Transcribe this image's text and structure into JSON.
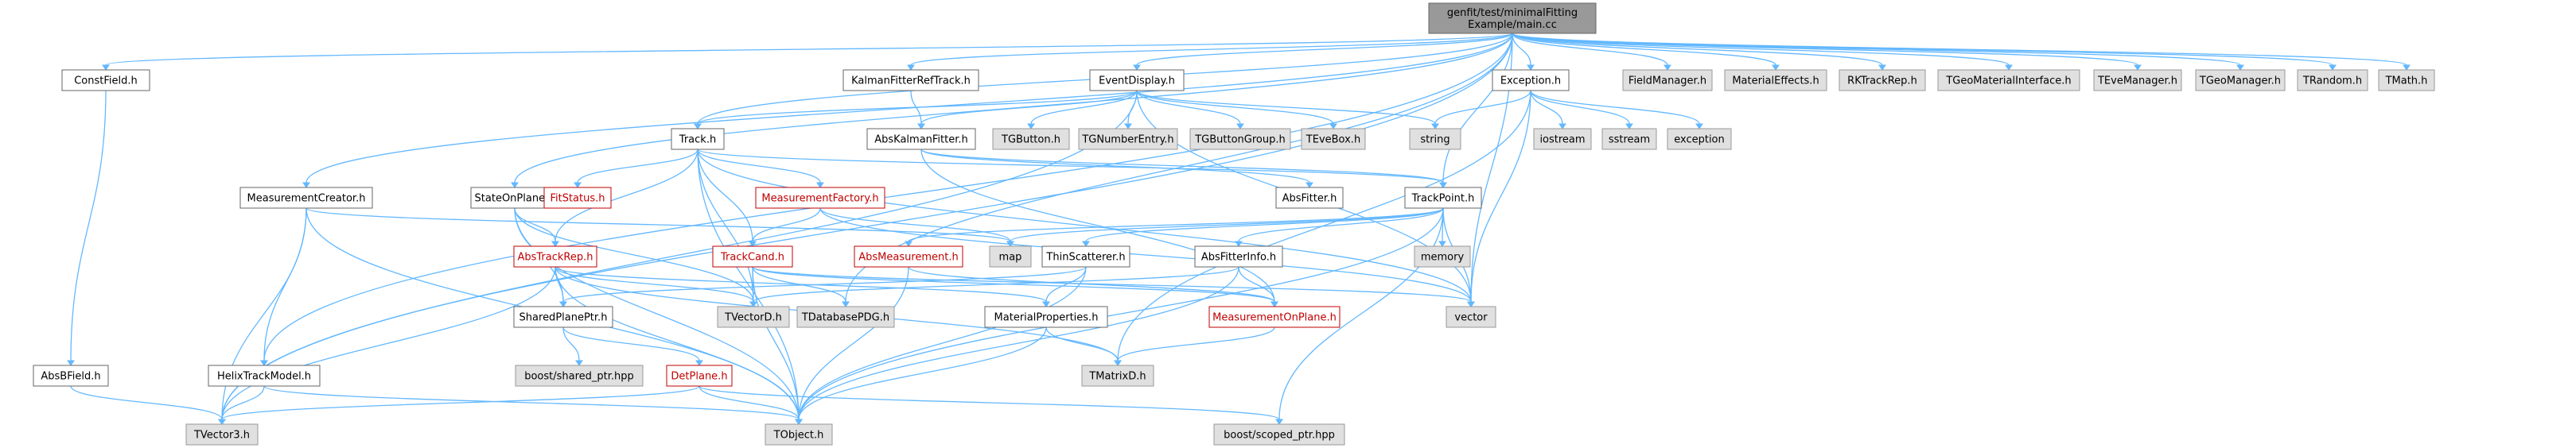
{
  "nodes": [
    {
      "id": "main",
      "lines": [
        "genfit/test/minimalFitting",
        "Example/main.cc"
      ],
      "style": "root"
    },
    {
      "id": "ConstField",
      "lines": [
        "ConstField.h"
      ],
      "style": "white"
    },
    {
      "id": "KalmanFitterRefTrack",
      "lines": [
        "KalmanFitterRefTrack.h"
      ],
      "style": "white"
    },
    {
      "id": "EventDisplay",
      "lines": [
        "EventDisplay.h"
      ],
      "style": "white"
    },
    {
      "id": "Exception",
      "lines": [
        "Exception.h"
      ],
      "style": "white"
    },
    {
      "id": "FieldManager",
      "lines": [
        "FieldManager.h"
      ],
      "style": "gray"
    },
    {
      "id": "MaterialEffects",
      "lines": [
        "MaterialEffects.h"
      ],
      "style": "gray"
    },
    {
      "id": "RKTrackRep",
      "lines": [
        "RKTrackRep.h"
      ],
      "style": "gray"
    },
    {
      "id": "TGeoMaterialInterface",
      "lines": [
        "TGeoMaterialInterface.h"
      ],
      "style": "gray"
    },
    {
      "id": "TEveManager",
      "lines": [
        "TEveManager.h"
      ],
      "style": "gray"
    },
    {
      "id": "TGeoManager",
      "lines": [
        "TGeoManager.h"
      ],
      "style": "gray"
    },
    {
      "id": "TRandom",
      "lines": [
        "TRandom.h"
      ],
      "style": "gray"
    },
    {
      "id": "TMath",
      "lines": [
        "TMath.h"
      ],
      "style": "gray"
    },
    {
      "id": "AbsKalmanFitter",
      "lines": [
        "AbsKalmanFitter.h"
      ],
      "style": "white"
    },
    {
      "id": "TGButton",
      "lines": [
        "TGButton.h"
      ],
      "style": "gray"
    },
    {
      "id": "TGNumberEntry",
      "lines": [
        "TGNumberEntry.h"
      ],
      "style": "gray"
    },
    {
      "id": "TGButtonGroup",
      "lines": [
        "TGButtonGroup.h"
      ],
      "style": "gray"
    },
    {
      "id": "TEveBox",
      "lines": [
        "TEveBox.h"
      ],
      "style": "gray"
    },
    {
      "id": "string",
      "lines": [
        "string"
      ],
      "style": "gray"
    },
    {
      "id": "iostream",
      "lines": [
        "iostream"
      ],
      "style": "gray"
    },
    {
      "id": "sstream",
      "lines": [
        "sstream"
      ],
      "style": "gray"
    },
    {
      "id": "exception",
      "lines": [
        "exception"
      ],
      "style": "gray"
    },
    {
      "id": "Track",
      "lines": [
        "Track.h"
      ],
      "style": "white"
    },
    {
      "id": "StateOnPlane",
      "lines": [
        "StateOnPlane.h"
      ],
      "style": "white"
    },
    {
      "id": "MeasurementCreator",
      "lines": [
        "MeasurementCreator.h"
      ],
      "style": "white"
    },
    {
      "id": "FitStatus",
      "lines": [
        "FitStatus.h"
      ],
      "style": "red"
    },
    {
      "id": "MeasurementFactory",
      "lines": [
        "MeasurementFactory.h"
      ],
      "style": "red"
    },
    {
      "id": "AbsFitter",
      "lines": [
        "AbsFitter.h"
      ],
      "style": "white"
    },
    {
      "id": "TrackPoint",
      "lines": [
        "TrackPoint.h"
      ],
      "style": "white"
    },
    {
      "id": "memory",
      "lines": [
        "memory"
      ],
      "style": "gray"
    },
    {
      "id": "map",
      "lines": [
        "map"
      ],
      "style": "gray"
    },
    {
      "id": "AbsTrackRep",
      "lines": [
        "AbsTrackRep.h"
      ],
      "style": "red"
    },
    {
      "id": "TrackCand",
      "lines": [
        "TrackCand.h"
      ],
      "style": "red"
    },
    {
      "id": "AbsMeasurement",
      "lines": [
        "AbsMeasurement.h"
      ],
      "style": "red"
    },
    {
      "id": "ThinScatterer",
      "lines": [
        "ThinScatterer.h"
      ],
      "style": "white"
    },
    {
      "id": "AbsFitterInfo",
      "lines": [
        "AbsFitterInfo.h"
      ],
      "style": "white"
    },
    {
      "id": "vector",
      "lines": [
        "vector"
      ],
      "style": "gray"
    },
    {
      "id": "SharedPlanePtr",
      "lines": [
        "SharedPlanePtr.h"
      ],
      "style": "white"
    },
    {
      "id": "TVectorD",
      "lines": [
        "TVectorD.h"
      ],
      "style": "gray"
    },
    {
      "id": "TDatabasePDG",
      "lines": [
        "TDatabasePDG.h"
      ],
      "style": "gray"
    },
    {
      "id": "MaterialProperties",
      "lines": [
        "MaterialProperties.h"
      ],
      "style": "white"
    },
    {
      "id": "MeasurementOnPlane",
      "lines": [
        "MeasurementOnPlane.h"
      ],
      "style": "red"
    },
    {
      "id": "AbsBField",
      "lines": [
        "AbsBField.h"
      ],
      "style": "white"
    },
    {
      "id": "HelixTrackModel",
      "lines": [
        "HelixTrackModel.h"
      ],
      "style": "white"
    },
    {
      "id": "boost_shared_ptr",
      "lines": [
        "boost/shared_ptr.hpp"
      ],
      "style": "gray"
    },
    {
      "id": "DetPlane",
      "lines": [
        "DetPlane.h"
      ],
      "style": "red"
    },
    {
      "id": "TMatrixD",
      "lines": [
        "TMatrixD.h"
      ],
      "style": "gray"
    },
    {
      "id": "TVector3",
      "lines": [
        "TVector3.h"
      ],
      "style": "gray"
    },
    {
      "id": "TObject",
      "lines": [
        "TObject.h"
      ],
      "style": "gray"
    },
    {
      "id": "boost_scoped_ptr",
      "lines": [
        "boost/scoped_ptr.hpp"
      ],
      "style": "gray"
    }
  ],
  "edges": [
    [
      "main",
      "ConstField"
    ],
    [
      "main",
      "KalmanFitterRefTrack"
    ],
    [
      "main",
      "EventDisplay"
    ],
    [
      "main",
      "Exception"
    ],
    [
      "main",
      "FieldManager"
    ],
    [
      "main",
      "MaterialEffects"
    ],
    [
      "main",
      "RKTrackRep"
    ],
    [
      "main",
      "TGeoMaterialInterface"
    ],
    [
      "main",
      "TEveManager"
    ],
    [
      "main",
      "TGeoManager"
    ],
    [
      "main",
      "TRandom"
    ],
    [
      "main",
      "TMath"
    ],
    [
      "main",
      "Track"
    ],
    [
      "main",
      "StateOnPlane"
    ],
    [
      "main",
      "MeasurementCreator"
    ],
    [
      "main",
      "TrackPoint"
    ],
    [
      "main",
      "HelixTrackModel"
    ],
    [
      "main",
      "TVector3"
    ],
    [
      "main",
      "TDatabasePDG"
    ],
    [
      "main",
      "vector"
    ],
    [
      "ConstField",
      "AbsBField"
    ],
    [
      "AbsBField",
      "TVector3"
    ],
    [
      "KalmanFitterRefTrack",
      "AbsKalmanFitter"
    ],
    [
      "EventDisplay",
      "AbsKalmanFitter"
    ],
    [
      "EventDisplay",
      "TGButton"
    ],
    [
      "EventDisplay",
      "TGNumberEntry"
    ],
    [
      "EventDisplay",
      "TGButtonGroup"
    ],
    [
      "EventDisplay",
      "TEveBox"
    ],
    [
      "EventDisplay",
      "string"
    ],
    [
      "EventDisplay",
      "vector"
    ],
    [
      "EventDisplay",
      "Track"
    ],
    [
      "EventDisplay",
      "TVector3"
    ],
    [
      "Exception",
      "string"
    ],
    [
      "Exception",
      "iostream"
    ],
    [
      "Exception",
      "sstream"
    ],
    [
      "Exception",
      "exception"
    ],
    [
      "Exception",
      "vector"
    ],
    [
      "Exception",
      "TMatrixD"
    ],
    [
      "AbsKalmanFitter",
      "AbsFitter"
    ],
    [
      "AbsKalmanFitter",
      "MeasurementOnPlane"
    ],
    [
      "AbsKalmanFitter",
      "TrackPoint"
    ],
    [
      "Track",
      "FitStatus"
    ],
    [
      "Track",
      "MeasurementFactory"
    ],
    [
      "Track",
      "AbsTrackRep"
    ],
    [
      "Track",
      "TrackCand"
    ],
    [
      "Track",
      "TrackPoint"
    ],
    [
      "Track",
      "TVectorD"
    ],
    [
      "Track",
      "TObject"
    ],
    [
      "Track",
      "vector"
    ],
    [
      "StateOnPlane",
      "AbsTrackRep"
    ],
    [
      "StateOnPlane",
      "SharedPlanePtr"
    ],
    [
      "StateOnPlane",
      "TVectorD"
    ],
    [
      "StateOnPlane",
      "TObject"
    ],
    [
      "MeasurementCreator",
      "HelixTrackModel"
    ],
    [
      "MeasurementCreator",
      "TVector3"
    ],
    [
      "MeasurementCreator",
      "TObject"
    ],
    [
      "MeasurementCreator",
      "map"
    ],
    [
      "MeasurementFactory",
      "TrackCand"
    ],
    [
      "MeasurementFactory",
      "map"
    ],
    [
      "MeasurementFactory",
      "vector"
    ],
    [
      "TrackPoint",
      "AbsMeasurement"
    ],
    [
      "TrackPoint",
      "ThinScatterer"
    ],
    [
      "TrackPoint",
      "AbsFitterInfo"
    ],
    [
      "TrackPoint",
      "memory"
    ],
    [
      "TrackPoint",
      "map"
    ],
    [
      "TrackPoint",
      "vector"
    ],
    [
      "TrackPoint",
      "TObject"
    ],
    [
      "TrackPoint",
      "boost_scoped_ptr"
    ],
    [
      "AbsTrackRep",
      "SharedPlanePtr"
    ],
    [
      "AbsTrackRep",
      "TVectorD"
    ],
    [
      "AbsTrackRep",
      "MaterialProperties"
    ],
    [
      "AbsTrackRep",
      "TMatrixD"
    ],
    [
      "AbsTrackRep",
      "TVector3"
    ],
    [
      "AbsTrackRep",
      "TObject"
    ],
    [
      "TrackCand",
      "TVectorD"
    ],
    [
      "TrackCand",
      "TDatabasePDG"
    ],
    [
      "TrackCand",
      "TObject"
    ],
    [
      "TrackCand",
      "vector"
    ],
    [
      "TrackCand",
      "MeasurementOnPlane"
    ],
    [
      "AbsMeasurement",
      "TObject"
    ],
    [
      "AbsMeasurement",
      "MeasurementOnPlane"
    ],
    [
      "ThinScatterer",
      "MaterialProperties"
    ],
    [
      "ThinScatterer",
      "TObject"
    ],
    [
      "ThinScatterer",
      "SharedPlanePtr"
    ],
    [
      "AbsFitterInfo",
      "MeasurementOnPlane"
    ],
    [
      "AbsFitterInfo",
      "TVectorD"
    ],
    [
      "AbsFitterInfo",
      "TObject"
    ],
    [
      "SharedPlanePtr",
      "boost_shared_ptr"
    ],
    [
      "SharedPlanePtr",
      "DetPlane"
    ],
    [
      "MaterialProperties",
      "TObject"
    ],
    [
      "MaterialProperties",
      "TMatrixD"
    ],
    [
      "MeasurementOnPlane",
      "TMatrixD"
    ],
    [
      "HelixTrackModel",
      "TVector3"
    ],
    [
      "HelixTrackModel",
      "TObject"
    ],
    [
      "DetPlane",
      "TVector3"
    ],
    [
      "DetPlane",
      "TObject"
    ],
    [
      "DetPlane",
      "boost_scoped_ptr"
    ]
  ]
}
